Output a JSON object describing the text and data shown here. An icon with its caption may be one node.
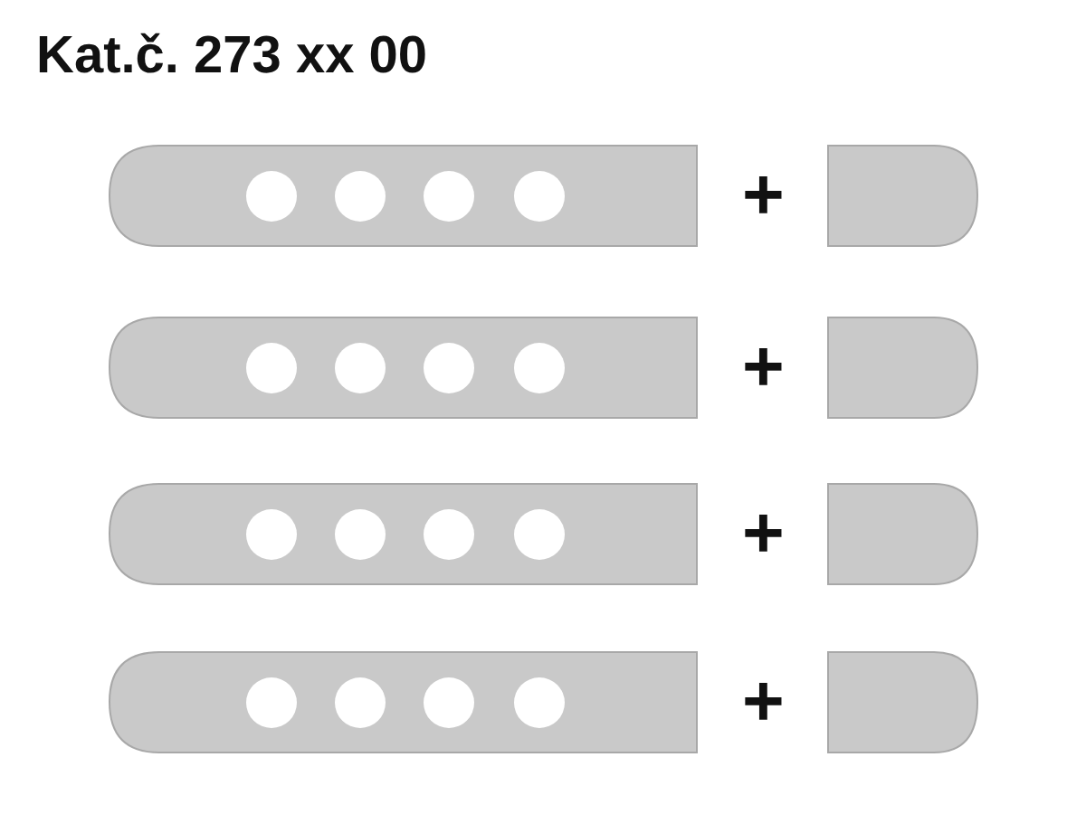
{
  "diagram": {
    "title": "Kat.č. 273 xx 00",
    "nodes": [
      {
        "text": [],
        "shape": "bar"
      },
      {
        "text": [],
        "shape": "bar"
      },
      {
        "text": [],
        "shape": "bar"
      },
      {
        "text": [],
        "shape": "bar"
      },
      {
        "text": [],
        "shape": "bar"
      },
      {
        "text": [],
        "shape": "bar"
      },
      {
        "text": [],
        "shape": "bar"
      },
      {
        "text": [],
        "shape": "bar"
      }
    ],
    "labels": [
      "+",
      "+",
      "+",
      "+"
    ]
  }
}
